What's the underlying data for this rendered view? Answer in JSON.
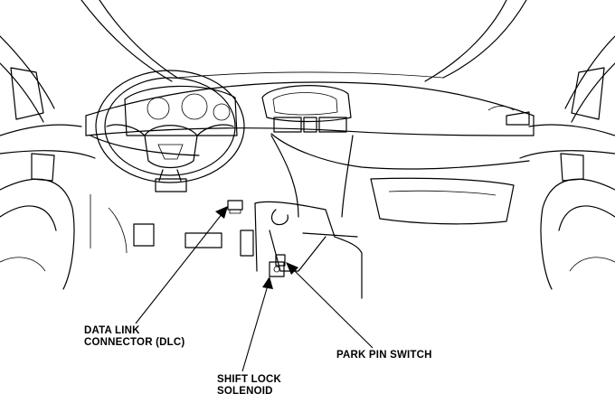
{
  "callouts": {
    "data_link_connector": {
      "line1": "DATA LINK",
      "line2": "CONNECTOR (DLC)"
    },
    "shift_lock_solenoid": {
      "line1": "SHIFT LOCK",
      "line2": "SOLENOID"
    },
    "park_pin_switch": {
      "line1": "PARK PIN SWITCH"
    }
  }
}
